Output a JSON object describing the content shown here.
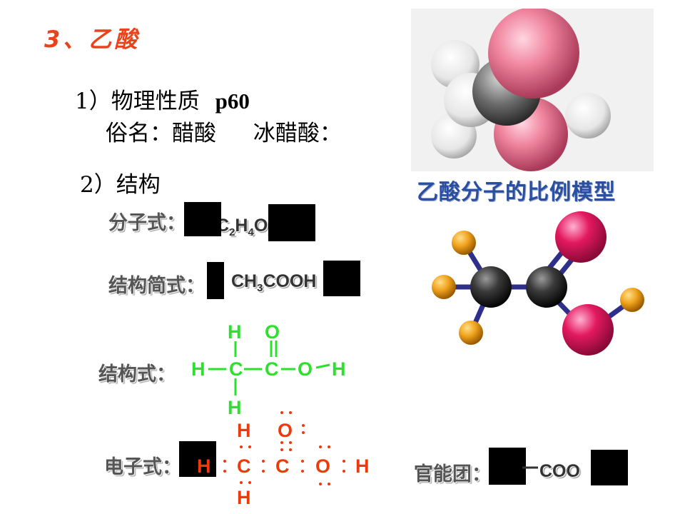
{
  "title": "3、乙酸",
  "physical": {
    "label": "1）物理性质",
    "page_ref": "p60"
  },
  "common_names": {
    "label": "俗名：",
    "name1": "醋酸",
    "name2": "冰醋酸："
  },
  "structure": {
    "label": "2）结构"
  },
  "molecular_formula": {
    "label": "分子式："
  },
  "condensed_formula": {
    "label": "结构简式："
  },
  "structural_formula": {
    "label": "结构式："
  },
  "electron_formula": {
    "label": "电子式："
  },
  "functional_group": {
    "label": "官能团：",
    "group": "COO"
  },
  "model": {
    "caption": "乙酸分子的比例模型"
  },
  "colors": {
    "title": "#e8431a",
    "structural": "#2ee02e",
    "electron": "#ee3a0a",
    "caption": "#2a4fa0"
  }
}
